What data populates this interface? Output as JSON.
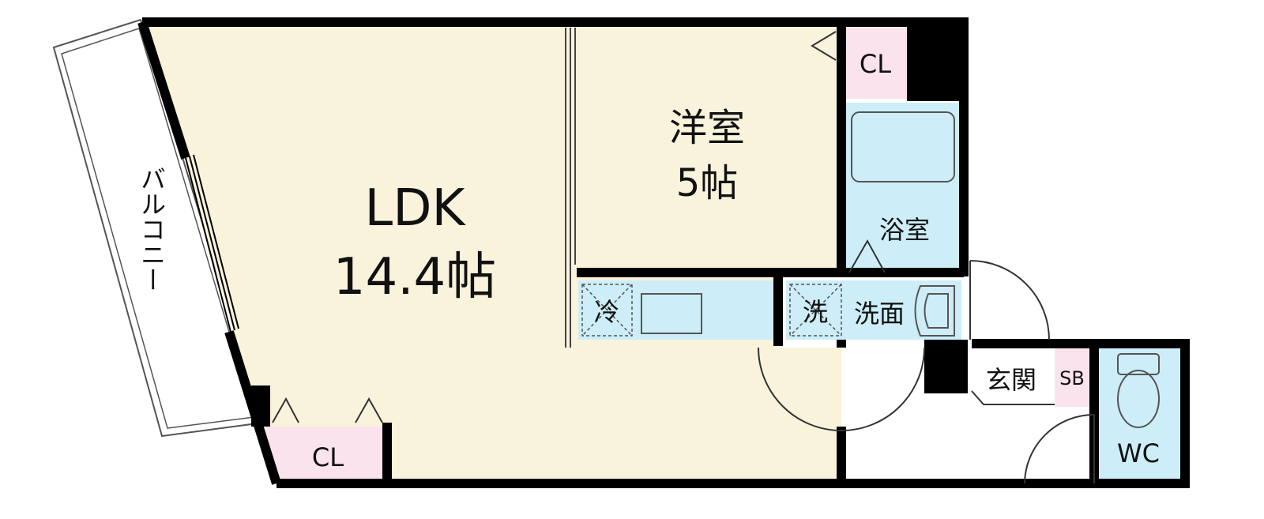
{
  "rooms": {
    "ldk": {
      "name": "LDK",
      "size": "14.4帖"
    },
    "western": {
      "name": "洋室",
      "size": "5帖"
    },
    "bath": {
      "name": "浴室"
    },
    "washroom": {
      "name": "洗面"
    },
    "laundry": {
      "name": "洗"
    },
    "fridge": {
      "name": "冷"
    },
    "entrance": {
      "name": "玄関"
    },
    "shoebox": {
      "name": "SB"
    },
    "toilet": {
      "name": "WC"
    },
    "closet_western": {
      "name": "CL"
    },
    "closet_ldk": {
      "name": "CL"
    },
    "balcony": {
      "name": "バルコニー"
    }
  },
  "colors": {
    "floor": "#f9f3dc",
    "wet": "#cdeef8",
    "closet": "#fbe3ee",
    "wall": "#000000",
    "entrance": "#ffffff"
  }
}
